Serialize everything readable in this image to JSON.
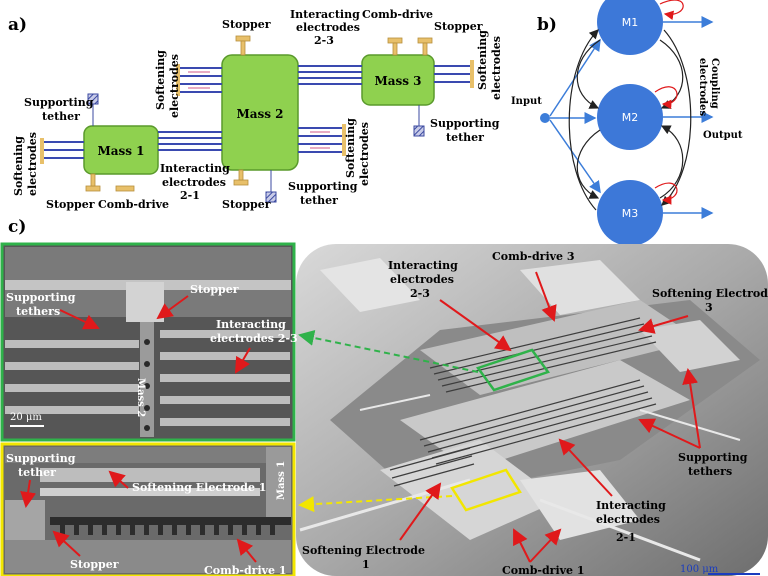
{
  "panel_a": {
    "letter": "a)",
    "masses": [
      "Mass 1",
      "Mass 2",
      "Mass 3"
    ],
    "labels": {
      "stopper": "Stopper",
      "comb_drive": "Comb-drive",
      "softening_line1": "Softening",
      "softening_line2": "electrodes",
      "interacting_line1": "Interacting",
      "interacting_line2": "electrodes",
      "interacting_23": "2-3",
      "interacting_21": "2-1",
      "supporting_line1": "Supporting",
      "supporting_line2": "tether"
    }
  },
  "panel_b": {
    "letter": "b)",
    "nodes": [
      "M1",
      "M2",
      "M3"
    ],
    "input": "Input",
    "output": "Output",
    "coupling_line1": "Coupling",
    "coupling_line2": "electrodes"
  },
  "panel_c": {
    "letter": "c)",
    "main": {
      "interacting_line1": "Interacting",
      "interacting_line2": "electrodes",
      "interacting_23": "2-3",
      "comb_drive_3": "Comb-drive 3",
      "softening_3_line1": "Softening Electrode",
      "softening_3_line2": "3",
      "supporting_line1": "Supporting",
      "supporting_line2": "tethers",
      "interacting_21_line1": "Interacting",
      "interacting_21_line2": "electrodes",
      "interacting_21_line3": "2-1",
      "softening_1_line1": "Softening Electrode",
      "softening_1_line2": "1",
      "comb_drive_1": "Comb-drive 1",
      "scale": "100 μm"
    },
    "inset_green": {
      "supporting_line1": "Supporting",
      "supporting_line2": "tethers",
      "stopper": "Stopper",
      "interacting_line1": "Interacting",
      "interacting_line2": "electrodes 2-3",
      "mass": "Mass 2",
      "scale": "20 μm"
    },
    "inset_yellow": {
      "supporting_line1": "Supporting",
      "supporting_line2": "tether",
      "softening": "Softening Electrode 1",
      "mass": "Mass 1",
      "stopper": "Stopper",
      "comb": "Comb-drive 1"
    }
  },
  "colors": {
    "mass_green": "#8fd14f",
    "node_blue": "#3d78d8",
    "arrow_blue": "#3c7dd9",
    "inset_green_border": "#2fb24a",
    "inset_yellow_border": "#f2e600",
    "annotation_red": "#e0191b",
    "stopper_tan": "#e8c06a",
    "tether_hatch": "#3b4aa0"
  }
}
